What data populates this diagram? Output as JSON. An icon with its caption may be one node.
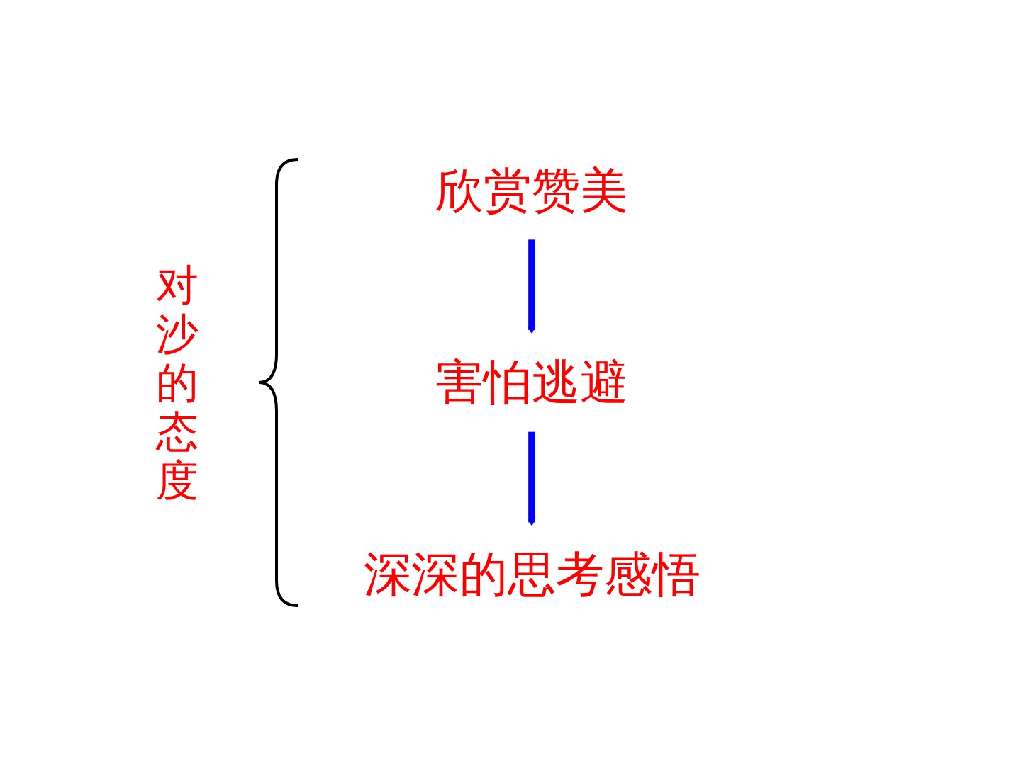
{
  "diagram": {
    "nodes": [
      {
        "text": [
          "欣赏赞美"
        ]
      },
      {
        "text": [
          "害怕逃避"
        ]
      },
      {
        "text": [
          "深深的思考感悟"
        ]
      }
    ],
    "edges": [
      {
        "from": 0,
        "to": 1,
        "arrow": "to"
      },
      {
        "from": 1,
        "to": 2,
        "arrow": "to"
      }
    ],
    "labels": [
      "对沙的态度"
    ]
  }
}
